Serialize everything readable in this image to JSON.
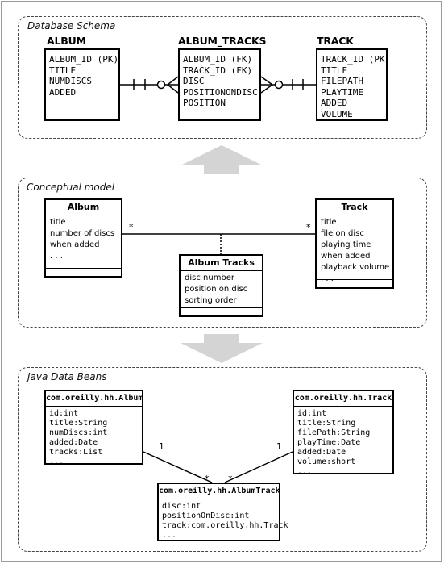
{
  "panels": {
    "database": {
      "title": "Database Schema",
      "tables": {
        "album": {
          "name": "ALBUM",
          "columns": [
            "ALBUM_ID (PK)",
            "TITLE",
            "NUMDISCS",
            "ADDED"
          ]
        },
        "album_tracks": {
          "name": "ALBUM_TRACKS",
          "columns": [
            "ALBUM_ID (FK)",
            "TRACK_ID (FK)",
            "DISC",
            "POSITIONONDISC",
            "POSITION"
          ]
        },
        "track": {
          "name": "TRACK",
          "columns": [
            "TRACK_ID (PK)",
            "TITLE",
            "FILEPATH",
            "PLAYTIME",
            "ADDED",
            "VOLUME"
          ]
        }
      }
    },
    "conceptual": {
      "title": "Conceptual model",
      "classes": {
        "album": {
          "name": "Album",
          "attributes": [
            "title",
            "number of discs",
            "when added",
            ". . ."
          ]
        },
        "track": {
          "name": "Track",
          "attributes": [
            "title",
            "file on disc",
            "playing time",
            "when added",
            "playback volume",
            ". . ."
          ]
        },
        "album_tracks": {
          "name": "Album Tracks",
          "attributes": [
            "disc number",
            "position on disc",
            "sorting order"
          ]
        }
      },
      "multiplicity": {
        "album_end": "*",
        "track_end": "*"
      }
    },
    "java": {
      "title": "Java Data Beans",
      "classes": {
        "album": {
          "name": "com.oreilly.hh.Album",
          "fields": [
            "id:int",
            "title:String",
            "numDiscs:int",
            "added:Date",
            "tracks:List",
            "..."
          ]
        },
        "track": {
          "name": "com.oreilly.hh.Track",
          "fields": [
            "id:int",
            "title:String",
            "filePath:String",
            "playTime:Date",
            "added:Date",
            "volume:short",
            "..."
          ]
        },
        "album_track": {
          "name": "com.oreilly.hh.AlbumTrack",
          "fields": [
            "disc:int",
            "positionOnDisc:int",
            "track:com.oreilly.hh.Track",
            "..."
          ]
        }
      },
      "multiplicity": {
        "album_one": "1",
        "album_many": "*",
        "track_one": "1",
        "track_many": "*"
      }
    }
  },
  "colors": {
    "arrow": "#d4d4d4",
    "border": "#000000",
    "panel_border": "#444444"
  }
}
